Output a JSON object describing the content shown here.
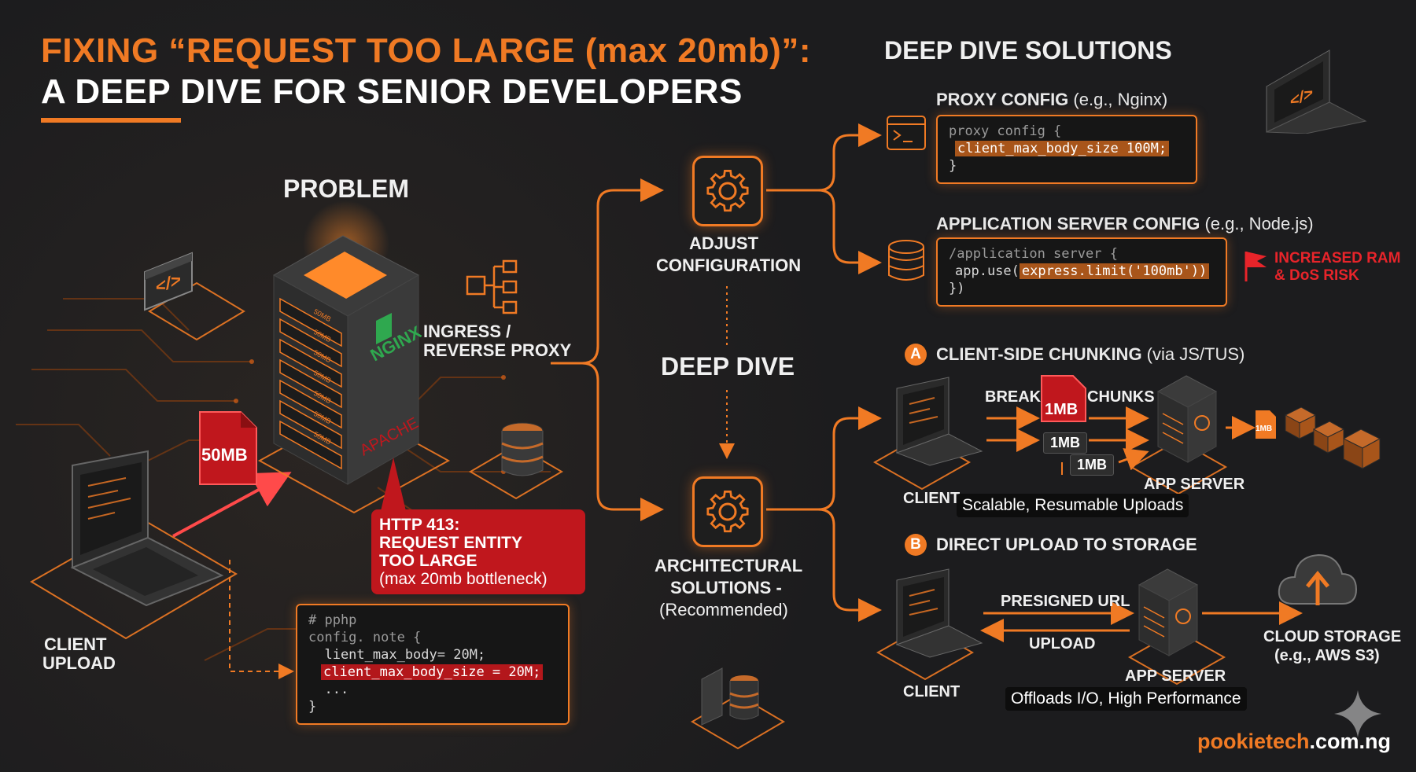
{
  "title": {
    "line1": "FIXING “REQUEST TOO LARGE (max 20mb)”:",
    "line2": "A DEEP DIVE FOR SENIOR DEVELOPERS"
  },
  "problem": {
    "heading": "PROBLEM",
    "file_badge": "50MB",
    "client_label": "CLIENT\nUPLOAD",
    "ingress_label_1": "INGRESS /",
    "ingress_label_2": "REVERSE PROXY",
    "server_brand_1": "NGINX",
    "server_brand_2": "APACHE",
    "rack_slot_label": "50MB",
    "error_code": "HTTP 413:",
    "error_line2": "REQUEST ENTITY",
    "error_line3": "TOO LARGE",
    "error_note": "(max 20mb bottleneck)",
    "code": {
      "line1": "# pphp",
      "line2": "config. note {",
      "line3": "  lient_max_body= 20M;",
      "line4": "client_max_body_size = 20M;",
      "line5": "  ...",
      "line6": "}"
    }
  },
  "middle": {
    "adjust_1": "ADJUST",
    "adjust_2": "CONFIGURATION",
    "deep_dive": "DEEP DIVE",
    "arch_1": "ARCHITECTURAL",
    "arch_2": "SOLUTIONS -",
    "arch_3": "(Recommended)"
  },
  "solutions": {
    "heading": "DEEP DIVE SOLUTIONS",
    "proxy": {
      "title_bold": "PROXY CONFIG",
      "title_rest": " (e.g., Nginx)",
      "line1": "proxy config {",
      "line2": "client_max_body_size 100M;",
      "line3": "}"
    },
    "app": {
      "title_bold": "APPLICATION SERVER CONFIG",
      "title_rest": " (e.g., Node.js)",
      "line1": "/application server {",
      "line2a": "app.use(",
      "line2b": "express.limit('100mb'))",
      "line3": "})",
      "warning_1": "INCREASED RAM",
      "warning_2": "& DoS RISK"
    },
    "chunking": {
      "letter": "A",
      "title_bold": "CLIENT-SIDE CHUNKING",
      "title_rest": " (via JS/TUS)",
      "break": "BREAK",
      "chunks": "CHUNKS",
      "chunk1": "1MB",
      "chunk2": "1MB",
      "chunk3": "1MB",
      "small_chunk": "1MB",
      "client": "CLIENT",
      "app_server": "APP SERVER",
      "tagline": "Scalable, Resumable Uploads"
    },
    "direct": {
      "letter": "B",
      "title": "DIRECT UPLOAD TO STORAGE",
      "presigned": "PRESIGNED URL",
      "upload": "UPLOAD",
      "client": "CLIENT",
      "app_server": "APP SERVER",
      "cloud_1": "CLOUD STORAGE",
      "cloud_2": "(e.g., AWS S3)",
      "tagline": "Offloads I/O, High Performance"
    }
  },
  "brand": {
    "name": "pookietech",
    "domain": ".com.ng"
  },
  "colors": {
    "accent": "#f07a24",
    "danger": "#c0171d",
    "bg": "#1c1c1e"
  },
  "icons": [
    "code-window-icon",
    "server-rack-icon",
    "network-tree-icon",
    "database-icon",
    "gear-icon",
    "terminal-icon",
    "laptop-icon",
    "file-icon",
    "flag-icon",
    "cloud-upload-icon",
    "sparkle-icon"
  ]
}
